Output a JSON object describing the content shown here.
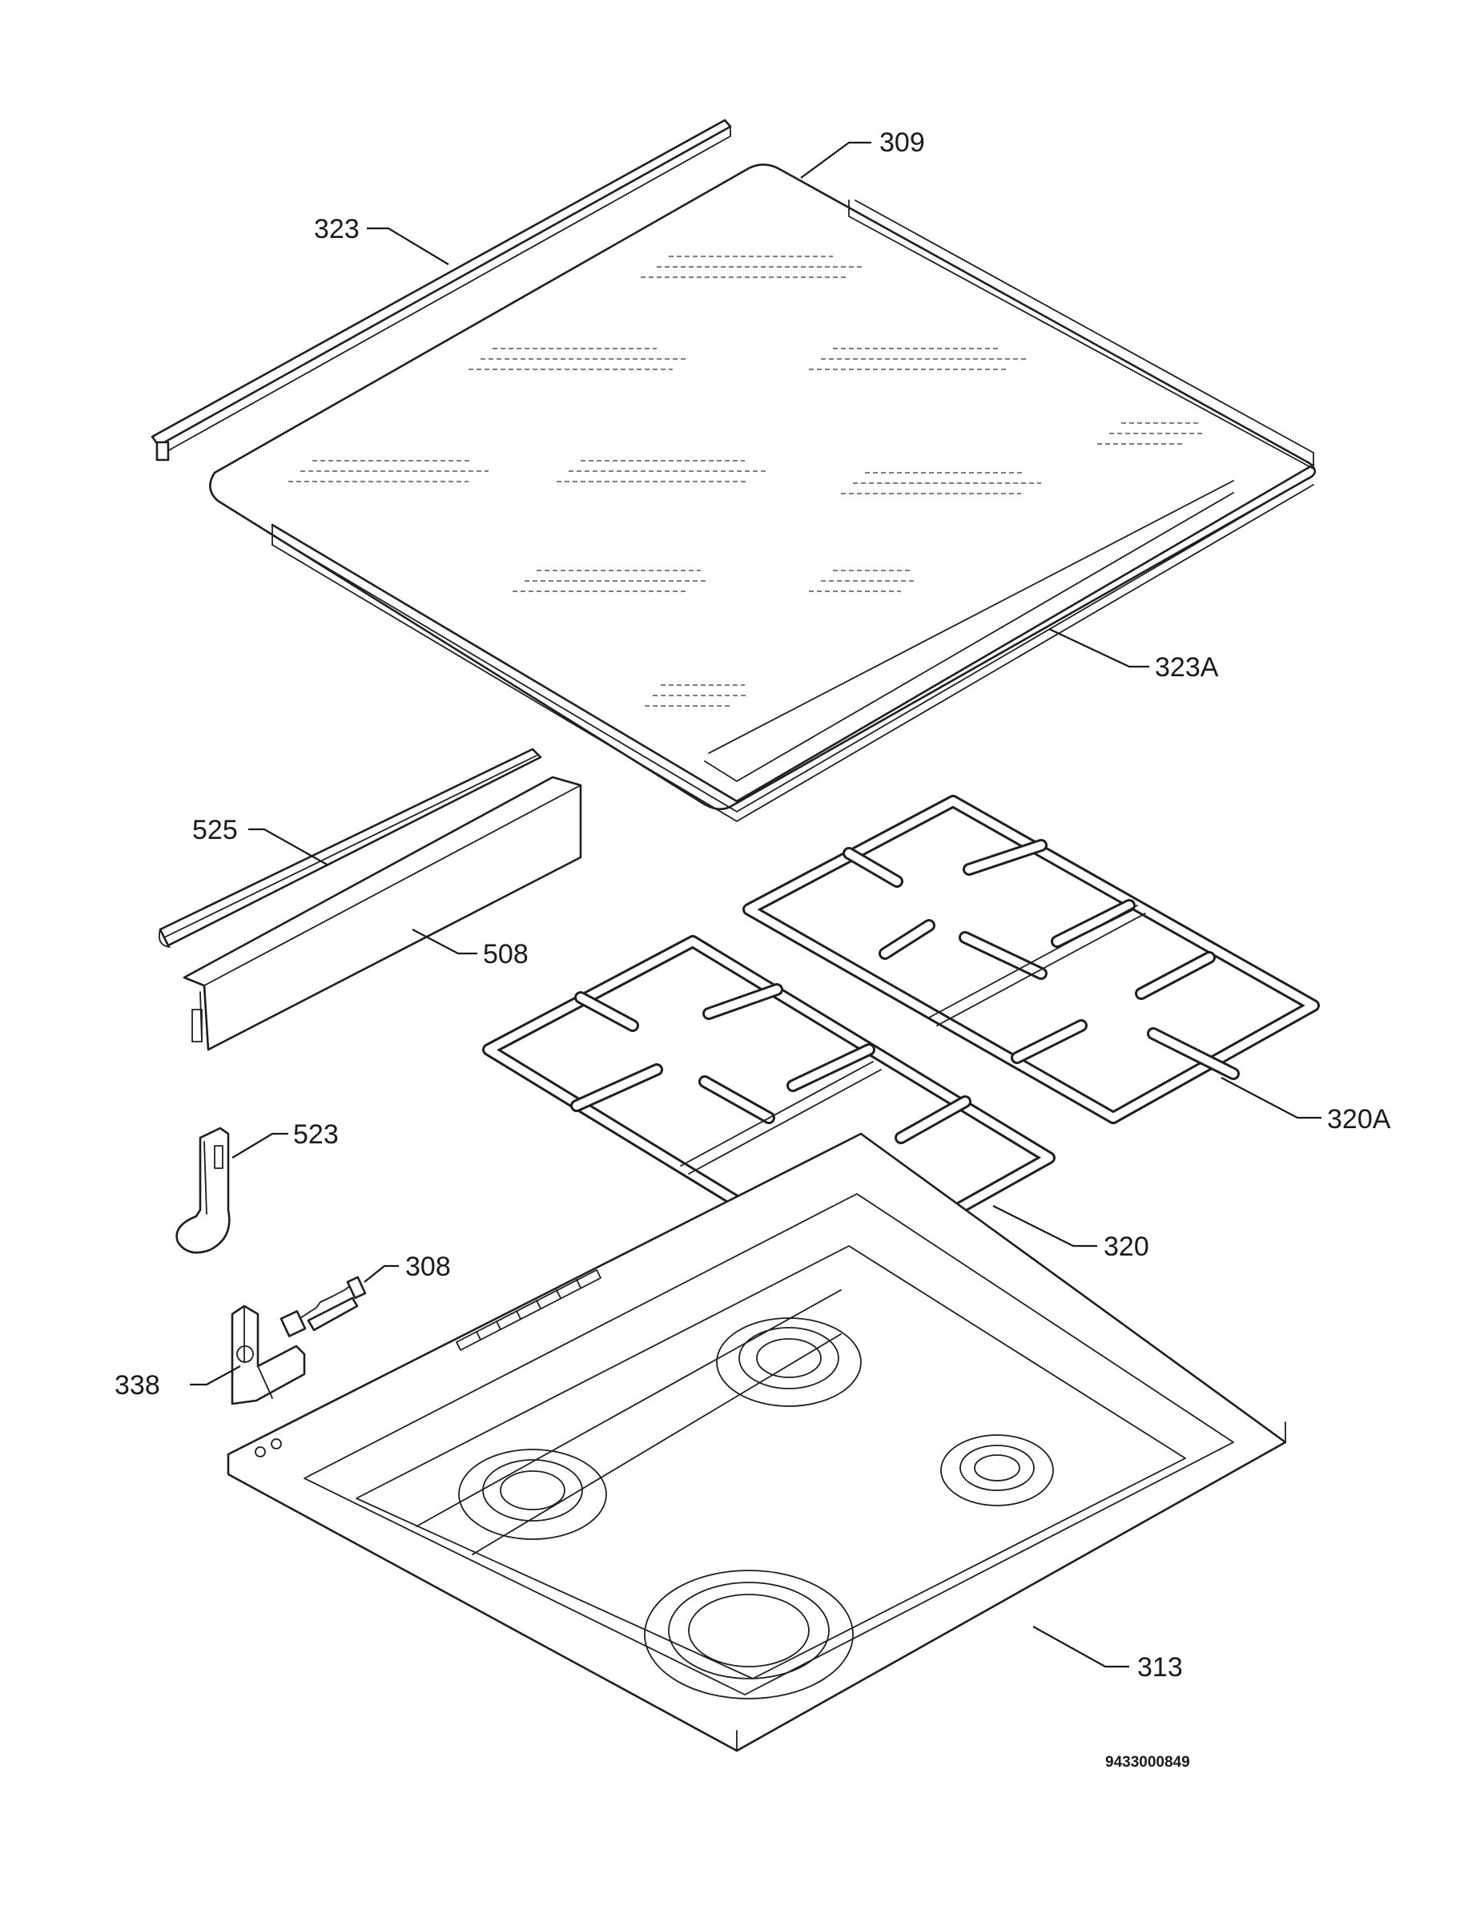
{
  "callouts": [
    {
      "id": "c309",
      "label": "309"
    },
    {
      "id": "c323",
      "label": "323"
    },
    {
      "id": "c323A",
      "label": "323A"
    },
    {
      "id": "c525",
      "label": "525"
    },
    {
      "id": "c508",
      "label": "508"
    },
    {
      "id": "c320A",
      "label": "320A"
    },
    {
      "id": "c523",
      "label": "523"
    },
    {
      "id": "c320",
      "label": "320"
    },
    {
      "id": "c308",
      "label": "308"
    },
    {
      "id": "c338",
      "label": "338"
    },
    {
      "id": "c313",
      "label": "313"
    }
  ],
  "document_id": "9433000849"
}
